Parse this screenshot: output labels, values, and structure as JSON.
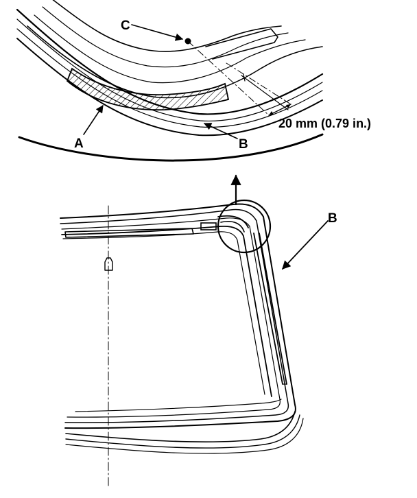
{
  "labels": {
    "a": "A",
    "b_detail": "B",
    "b_main": "B",
    "c": "C",
    "dimension": "20 mm (0.79 in.)"
  },
  "colors": {
    "ink": "#000000",
    "background": "#ffffff"
  }
}
